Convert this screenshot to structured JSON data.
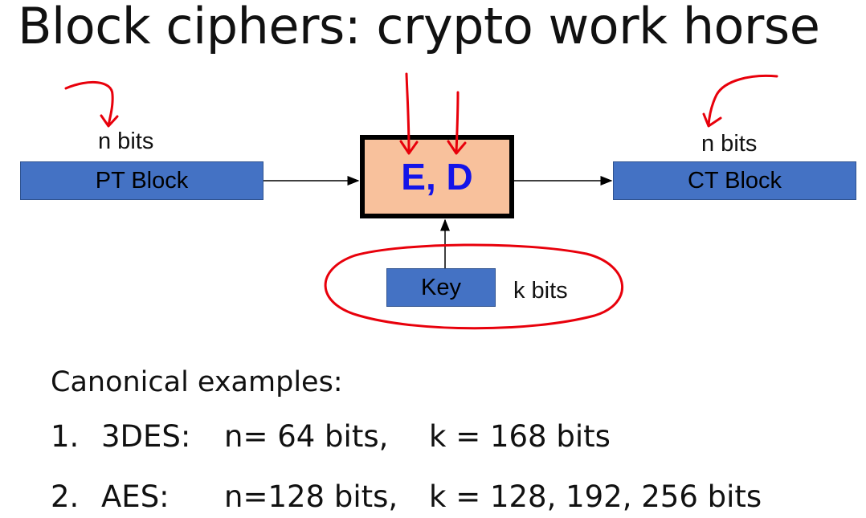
{
  "title": "Block ciphers:  crypto work horse",
  "diagram": {
    "pt_block": "PT Block",
    "pt_bits": "n bits",
    "cipher": "E, D",
    "ct_block": "CT Block",
    "ct_bits": "n bits",
    "key": "Key",
    "key_bits": "k bits"
  },
  "examples_heading": "Canonical examples:",
  "examples": [
    {
      "num": "1.",
      "name": "3DES:",
      "n": "n= 64 bits,",
      "k": "k = 168 bits"
    },
    {
      "num": "2.",
      "name": "AES:",
      "n": "n=128 bits,",
      "k": "k = 128, 192, 256 bits"
    }
  ],
  "colors": {
    "block_fill": "#4472c4",
    "cipher_fill": "#f8c19c",
    "cipher_text": "#1414e8",
    "annotation": "#e8000b"
  }
}
